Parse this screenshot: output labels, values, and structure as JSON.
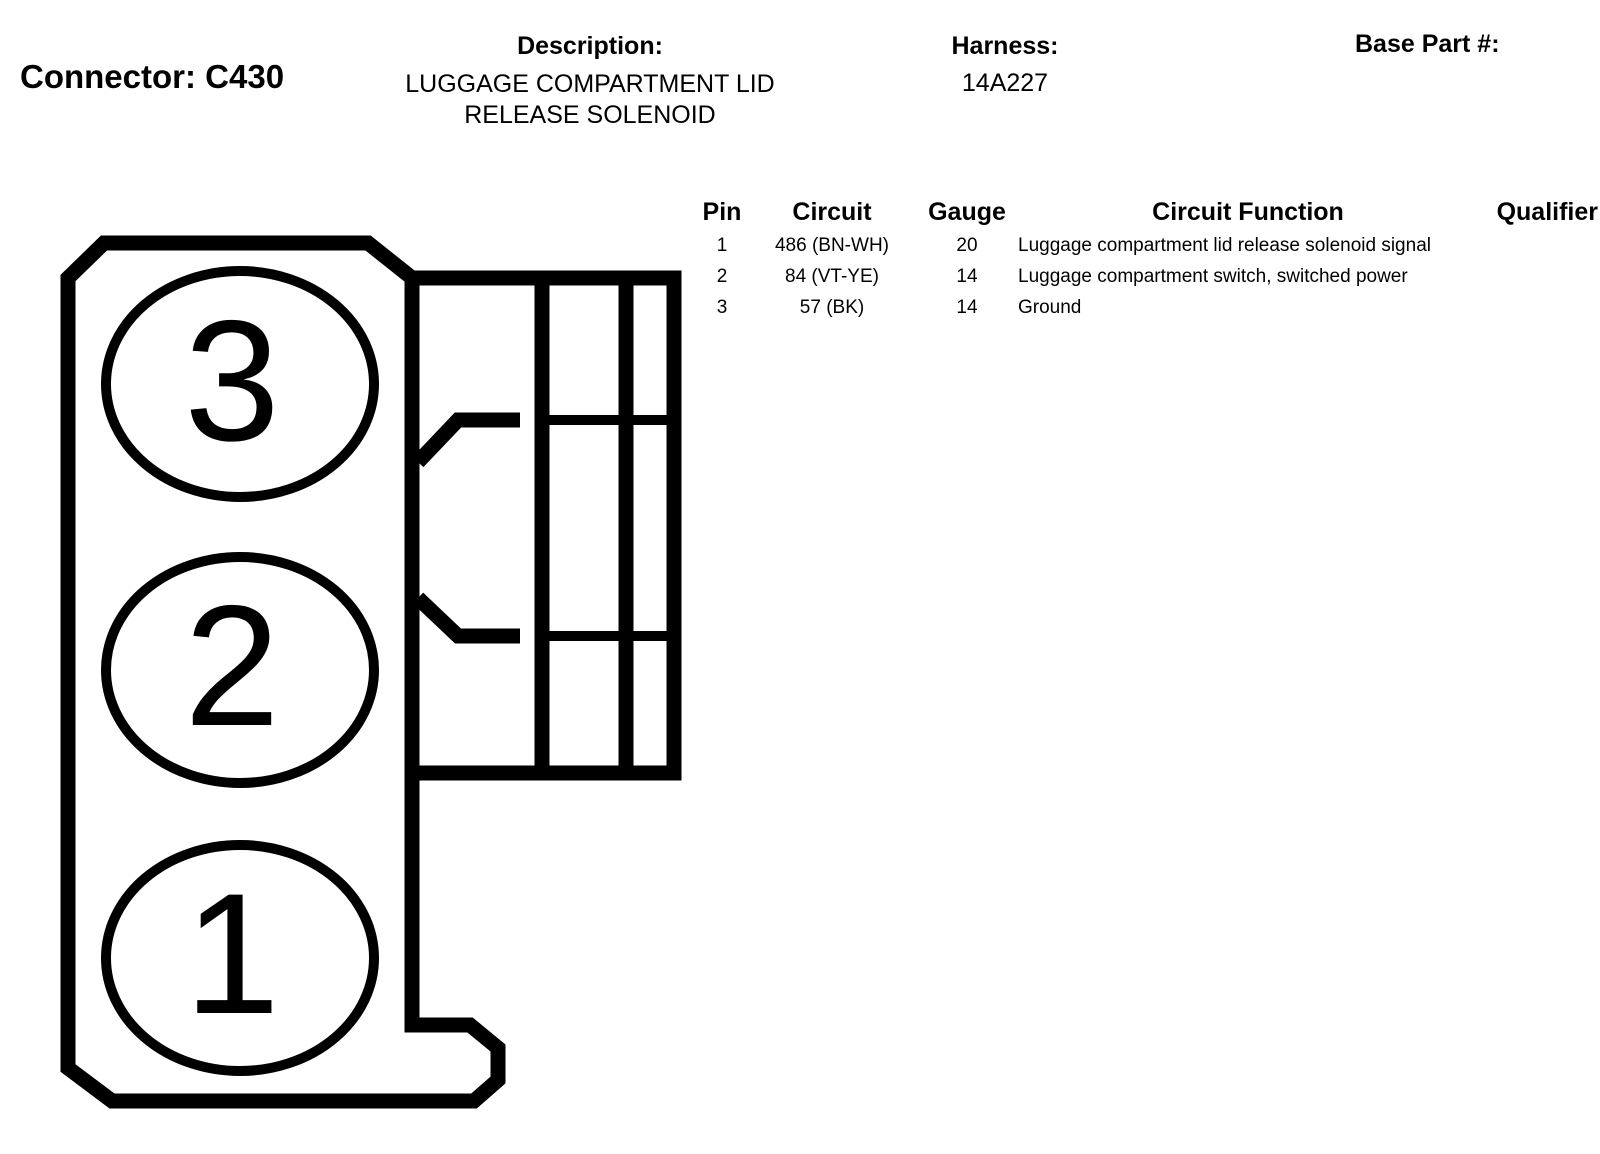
{
  "header": {
    "connector_label": "Connector: C430",
    "description_label": "Description:",
    "description_lines": [
      "LUGGAGE COMPARTMENT LID",
      "RELEASE SOLENOID"
    ],
    "harness_label": "Harness:",
    "harness_value": "14A227",
    "base_part_label": "Base Part #:"
  },
  "table": {
    "headers": {
      "pin": "Pin",
      "circuit": "Circuit",
      "gauge": "Gauge",
      "function": "Circuit Function",
      "qualifier": "Qualifier"
    },
    "rows": [
      {
        "pin": "1",
        "circuit": "486 (BN-WH)",
        "gauge": "20",
        "function": "Luggage compartment lid release solenoid signal",
        "qualifier": ""
      },
      {
        "pin": "2",
        "circuit": "84 (VT-YE)",
        "gauge": "14",
        "function": "Luggage compartment switch, switched power",
        "qualifier": ""
      },
      {
        "pin": "3",
        "circuit": "57 (BK)",
        "gauge": "14",
        "function": "Ground",
        "qualifier": ""
      }
    ]
  },
  "diagram": {
    "pins": [
      "3",
      "2",
      "1"
    ]
  }
}
